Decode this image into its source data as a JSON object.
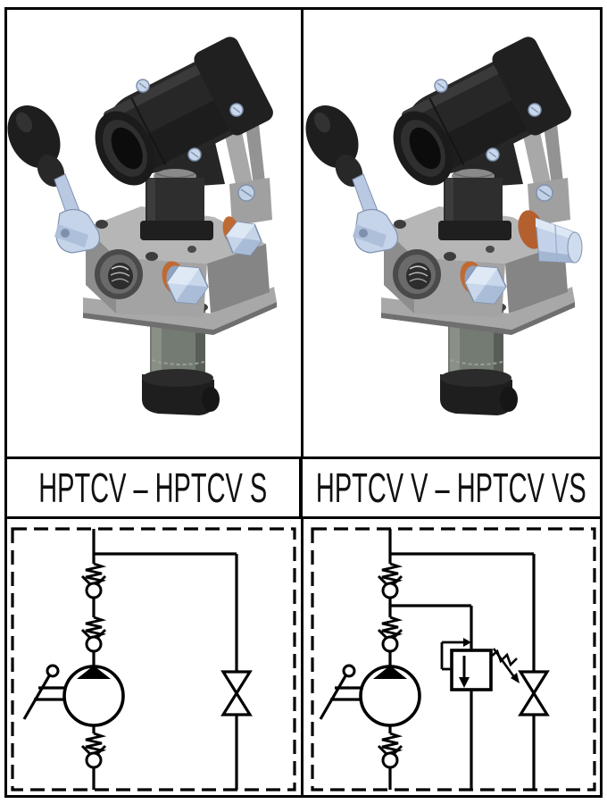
{
  "page": {
    "type": "product-catalog-figure",
    "background": "#ffffff",
    "frame_color": "#000000"
  },
  "columns": [
    {
      "label": "HPTCV – HPTCV S",
      "photo": {
        "name": "hptcv-hand-pump-render",
        "variant": "standard short side plug with seal"
      },
      "schematic": {
        "name": "hptcv-hydraulic-circuit",
        "components": [
          "hand lever",
          "hand pump",
          "suction check valve",
          "delivery check valve",
          "outlet check valve",
          "release shut-off valve"
        ],
        "has_pressure_relief_valve": false
      }
    },
    {
      "label": "HPTCV V – HPTCV VS",
      "photo": {
        "name": "hptcv-v-hand-pump-render",
        "variant": "long relief-valve cartridge with orange seal ring"
      },
      "schematic": {
        "name": "hptcv-v-hydraulic-circuit",
        "components": [
          "hand lever",
          "hand pump",
          "suction check valve",
          "delivery check valve",
          "outlet check valve",
          "release shut-off valve",
          "adjustable pressure relief valve"
        ],
        "has_pressure_relief_valve": true
      }
    }
  ],
  "colors": {
    "line": "#000000",
    "steel_plug": "#c9d7eb",
    "seal_orange": "#bf6a33",
    "pump_body_black": "#262626",
    "manifold_gray": "#a3a3a3",
    "reservoir_gray_green": "#747b72"
  }
}
